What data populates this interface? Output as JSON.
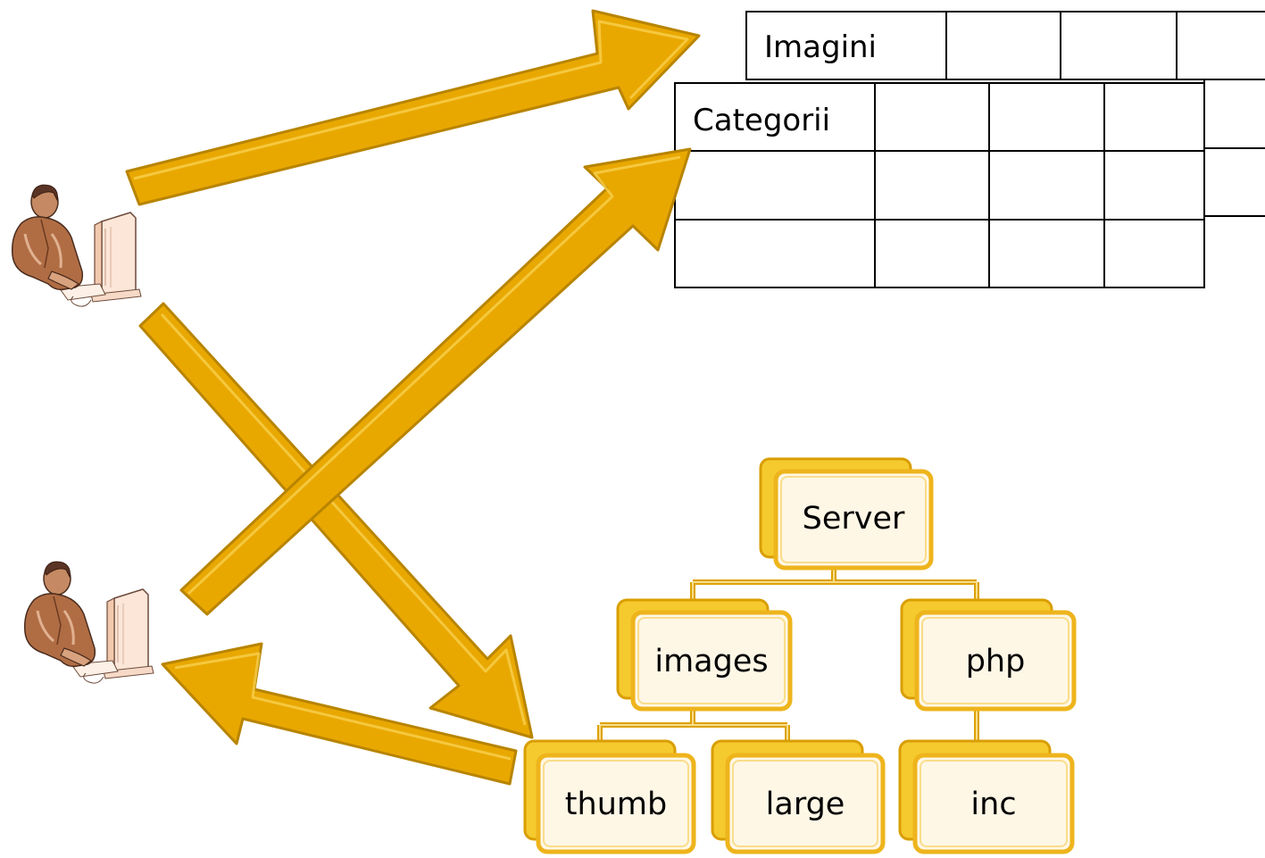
{
  "tables": {
    "imagini": {
      "label": "Imagini"
    },
    "categorii": {
      "label": "Categorii"
    }
  },
  "tree": {
    "root": "Server",
    "images": "images",
    "php": "php",
    "thumb": "thumb",
    "large": "large",
    "inc": "inc"
  },
  "colors": {
    "arrow_fill": "#e9a800",
    "arrow_stroke": "#b88400",
    "box_fill": "#fff7e6",
    "box_border": "#eeb41c"
  },
  "icons": {
    "user_top": "user-at-computer-icon",
    "user_bottom": "user-at-computer-icon"
  }
}
